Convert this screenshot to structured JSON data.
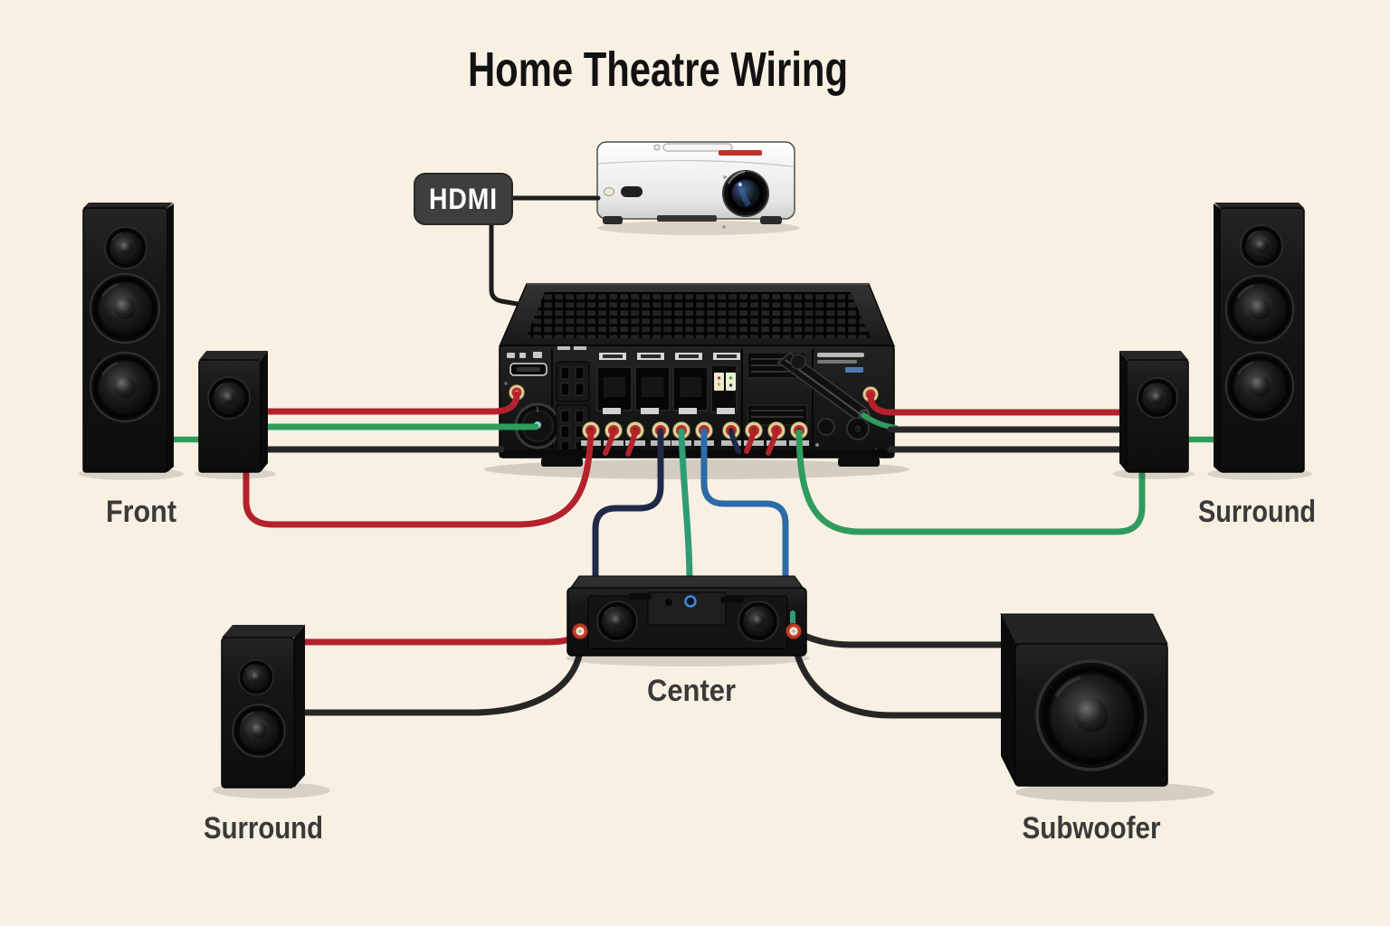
{
  "title": "Home Theatre Wiring",
  "labels": {
    "hdmi": "HDMI",
    "front": "Front",
    "surround_right": "Surround",
    "center": "Center",
    "surround_bottom_left": "Surround",
    "subwoofer": "Subwoofer"
  },
  "colors": {
    "background": "#f8f1e3",
    "title_text": "#121212",
    "label_text": "#3a3a3a",
    "hdmi_box_bg": "#3e3e3e",
    "hdmi_box_text": "#ffffff",
    "hdmi_cable": "#1c1c1c",
    "wire_red": "#b3222c",
    "wire_green": "#2f9c5e",
    "wire_teal": "#2f9c74",
    "wire_navy": "#1f2947",
    "wire_blue": "#2b6ba8",
    "wire_black": "#262626"
  }
}
